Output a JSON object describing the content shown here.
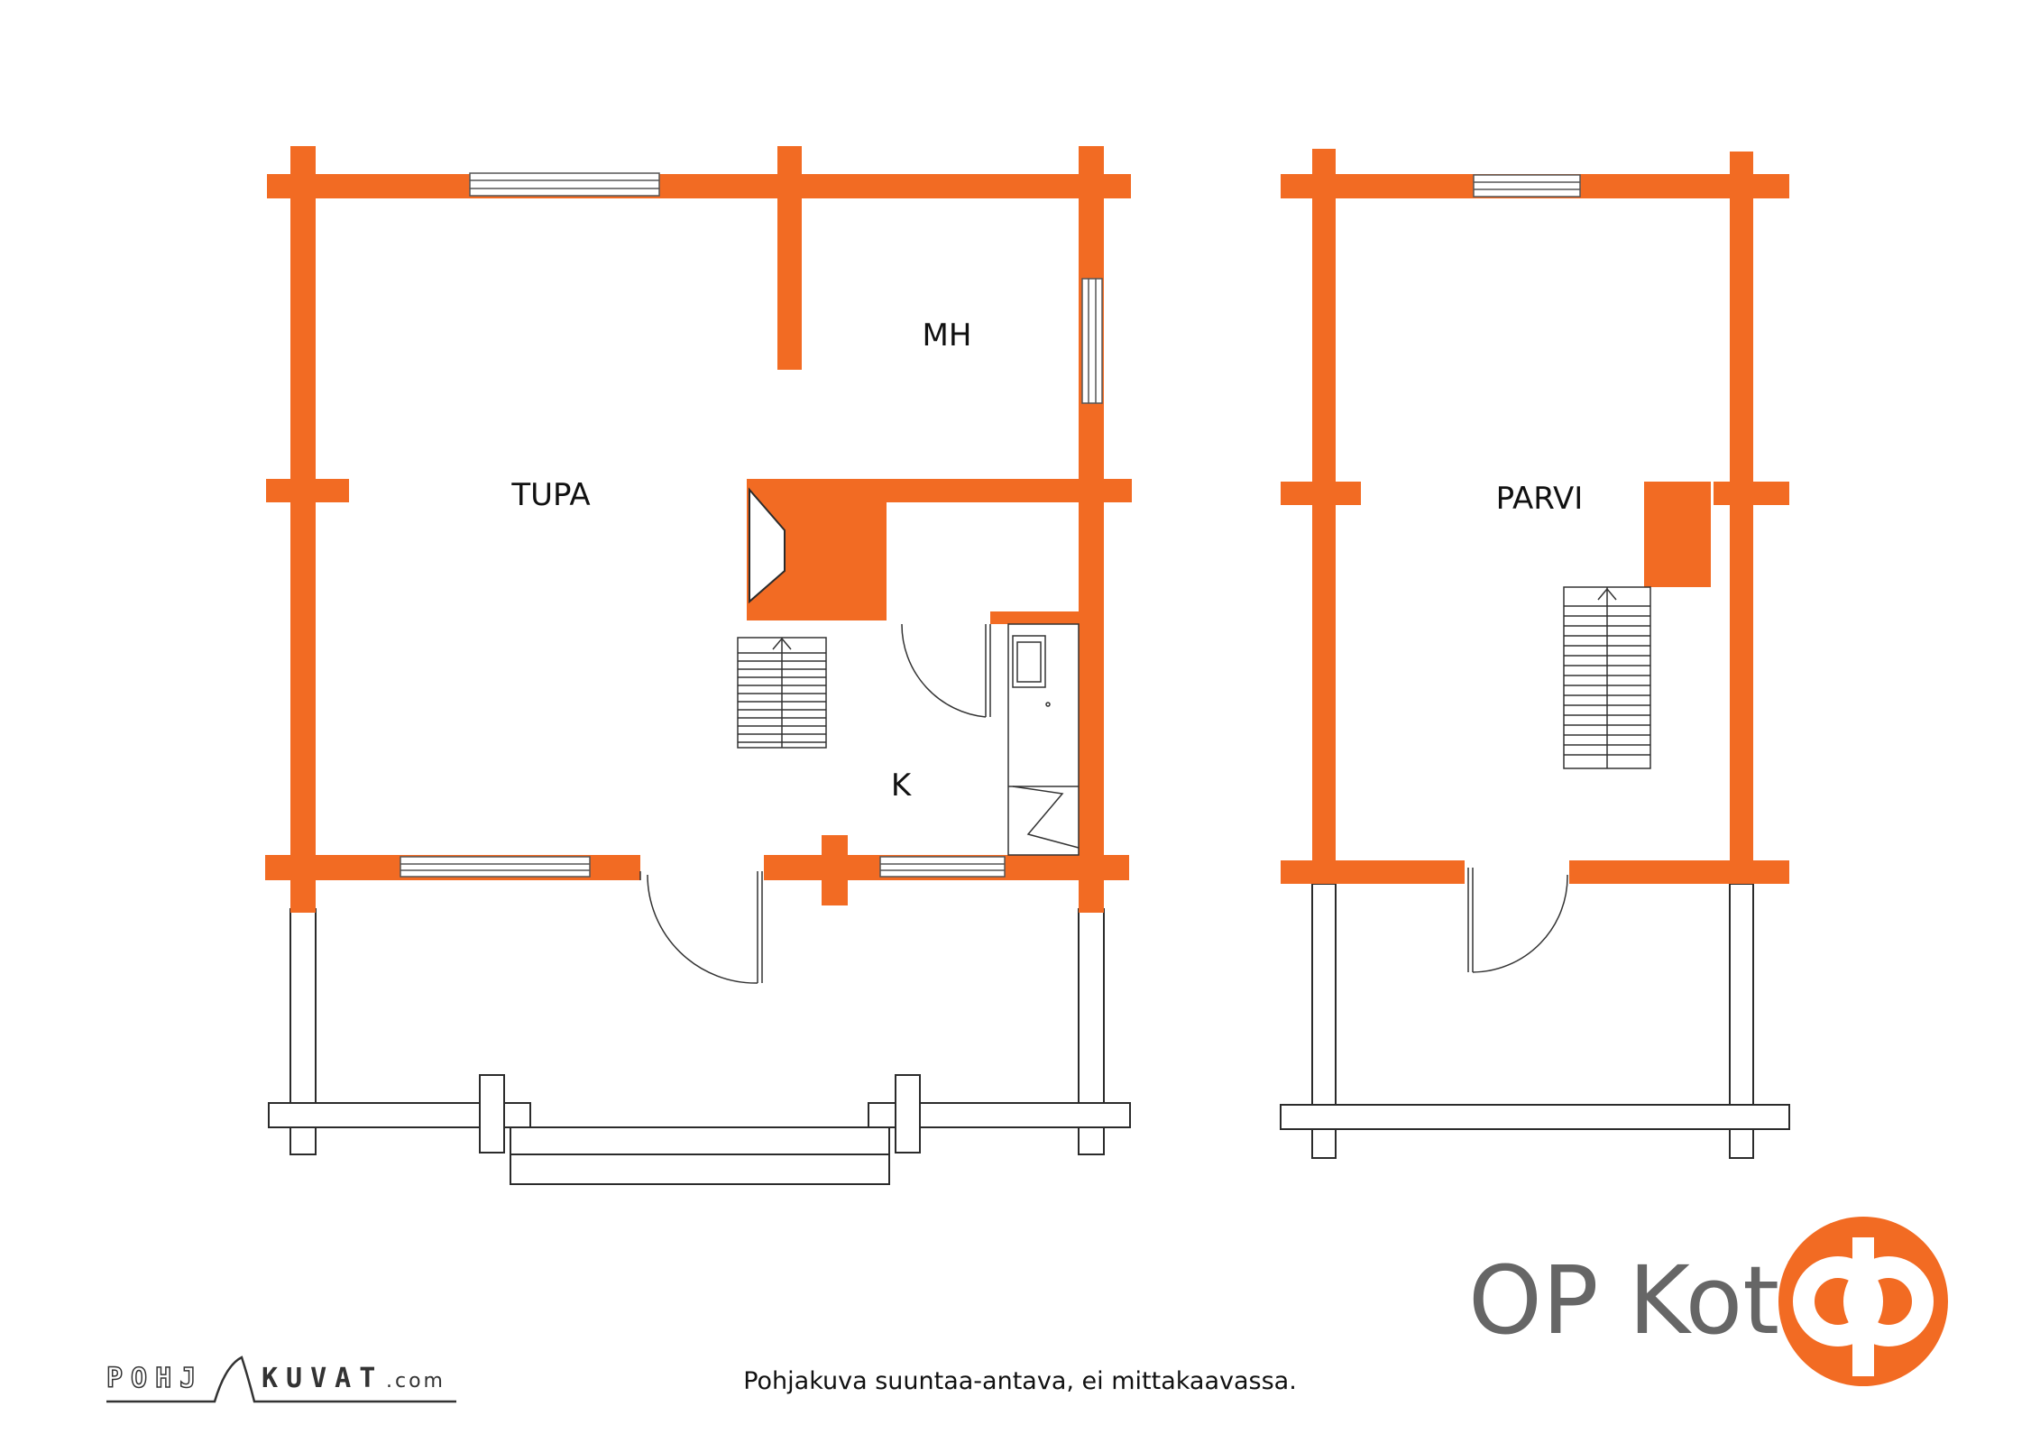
{
  "colors": {
    "wall": "#F26B23",
    "outline": "#2b2b2b",
    "brand_text": "#666666",
    "logo": "#F26B23"
  },
  "rooms": {
    "tupa": "TUPA",
    "mh": "MH",
    "k": "K",
    "parvi": "PARVI"
  },
  "footer": {
    "disclaimer": "Pohjakuva suuntaa-antava, ei mittakaavassa."
  },
  "branding": {
    "brand_name": "OP Koti",
    "logo_icon": "op-logo-icon",
    "pohjakuvat_left": "POHJ",
    "pohjakuvat_right": "KUVAT",
    "pohjakuvat_domain": ".com"
  }
}
